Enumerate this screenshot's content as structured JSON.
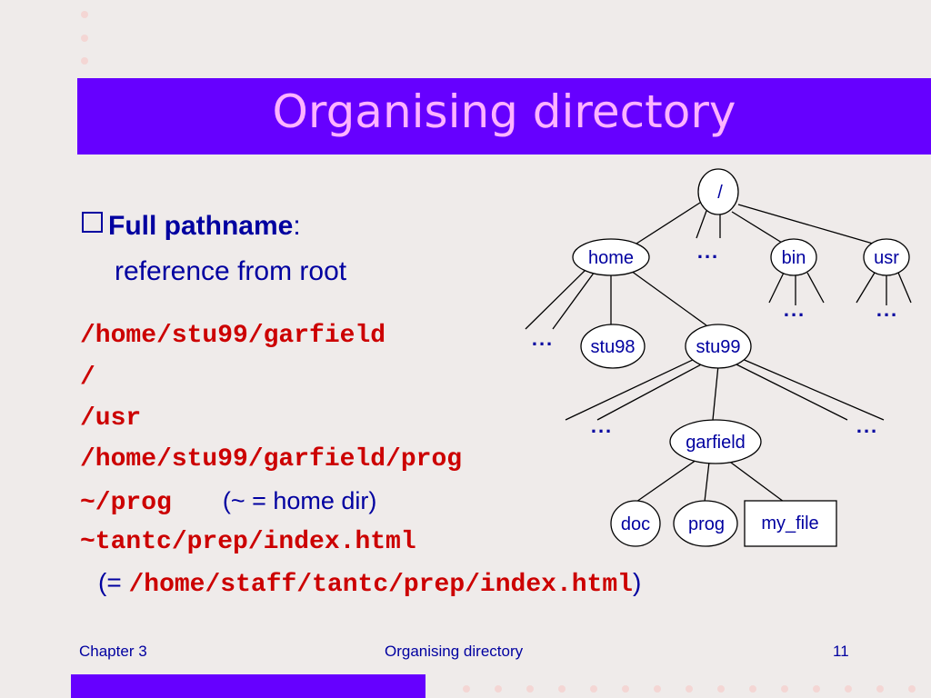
{
  "slide": {
    "title": "Organising directory",
    "bullet_heading": "Full pathname",
    "bullet_colon": ":",
    "bullet_sub": "reference from root",
    "examples": [
      "/home/stu99/garfield",
      "/",
      "/usr",
      "/home/stu99/garfield/prog",
      "~/prog",
      "~tantc/prep/index.html"
    ],
    "home_dir_note": "(~ = home dir)",
    "expansion_open": "(= ",
    "expansion_path": "/home/staff/tantc/prep/index.html",
    "expansion_close": ")"
  },
  "tree": {
    "nodes": {
      "root": "/",
      "home": "home",
      "bin": "bin",
      "usr": "usr",
      "stu98": "stu98",
      "stu99": "stu99",
      "garfield": "garfield",
      "doc": "doc",
      "prog": "prog",
      "my_file": "my_file"
    },
    "ellipsis": "..."
  },
  "footer": {
    "chapter": "Chapter 3",
    "topic": "Organising directory",
    "page": "11"
  },
  "colors": {
    "title_bar": "#6600ff",
    "title_text": "#ffb3ff",
    "body_text": "#0000a0",
    "code_text": "#cc0000",
    "background": "#efebea"
  }
}
